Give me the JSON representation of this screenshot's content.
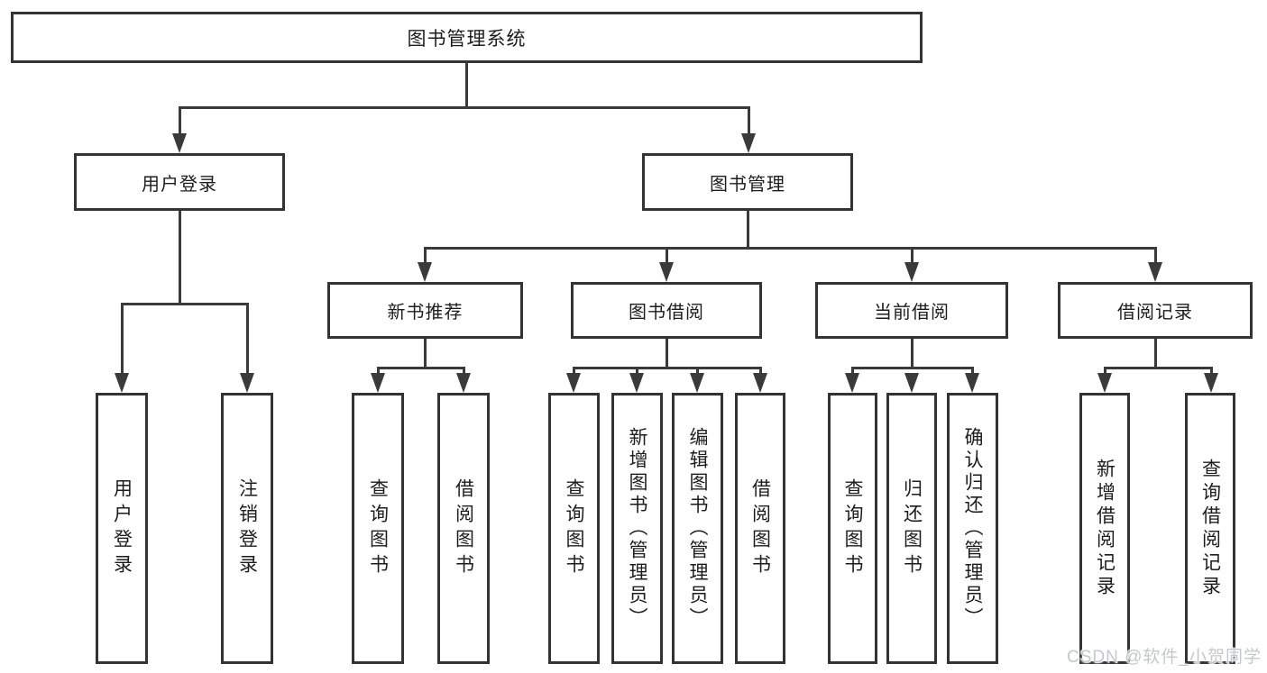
{
  "root": {
    "label": "图书管理系统"
  },
  "level2": {
    "user_login": {
      "label": "用户登录"
    },
    "book_mgmt": {
      "label": "图书管理"
    }
  },
  "level3": {
    "new_book": {
      "label": "新书推荐"
    },
    "borrow": {
      "label": "图书借阅"
    },
    "current": {
      "label": "当前借阅"
    },
    "records": {
      "label": "借阅记录"
    }
  },
  "leaves": {
    "user_login_1": {
      "label": "用户登录"
    },
    "user_login_2": {
      "label": "注销登录"
    },
    "new_book_1": {
      "label": "查询图书"
    },
    "new_book_2": {
      "label": "借阅图书"
    },
    "borrow_1": {
      "label": "查询图书"
    },
    "borrow_2": {
      "label": "新增图书（管理员）"
    },
    "borrow_3": {
      "label": "编辑图书（管理员）"
    },
    "borrow_4": {
      "label": "借阅图书"
    },
    "current_1": {
      "label": "查询图书"
    },
    "current_2": {
      "label": "归还图书"
    },
    "current_3": {
      "label": "确认归还（管理员）"
    },
    "records_1": {
      "label": "新增借阅记录"
    },
    "records_2": {
      "label": "查询借阅记录"
    }
  },
  "watermark": {
    "text": "CSDN @软件_小贺同学"
  },
  "colors": {
    "line": "#3a3a3a",
    "border": "#333333",
    "text": "#1d1d1d",
    "background": "#ffffff",
    "watermark": "#c3c8cc"
  }
}
